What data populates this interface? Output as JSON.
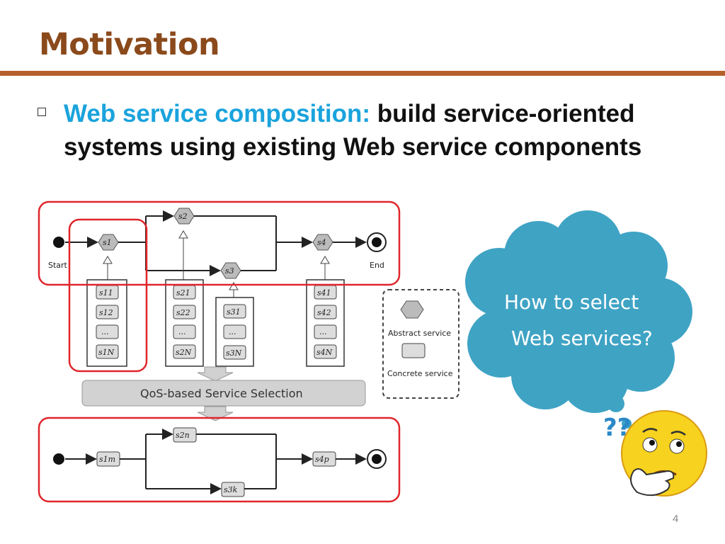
{
  "slide": {
    "title": "Motivation",
    "bullet_term": "Web service composition:",
    "bullet_rest": " build service-oriented systems using existing Web service components",
    "page_number": "4"
  },
  "diagram": {
    "start_label": "Start",
    "end_label": "End",
    "abstract_services": [
      "s1",
      "s2",
      "s3",
      "s4"
    ],
    "candidate_lists": [
      [
        "s11",
        "s12",
        "...",
        "s1N"
      ],
      [
        "s21",
        "s22",
        "...",
        "s2N"
      ],
      [
        "s31",
        "...",
        "s3N"
      ],
      [
        "s41",
        "s42",
        "...",
        "s4N"
      ]
    ],
    "selection_label": "QoS-based Service Selection",
    "selected_services": [
      "s1m",
      "s2n",
      "s3k",
      "s4p"
    ],
    "legend_abstract": "Abstract service",
    "legend_concrete": "Concrete service",
    "highlight_color": "#e0262c"
  },
  "cloud": {
    "line1": "How to select",
    "line2": "Web services?",
    "color": "#3fa3c4"
  },
  "thinking_face": {
    "icon": "thinking-face-icon",
    "marks": "??"
  }
}
